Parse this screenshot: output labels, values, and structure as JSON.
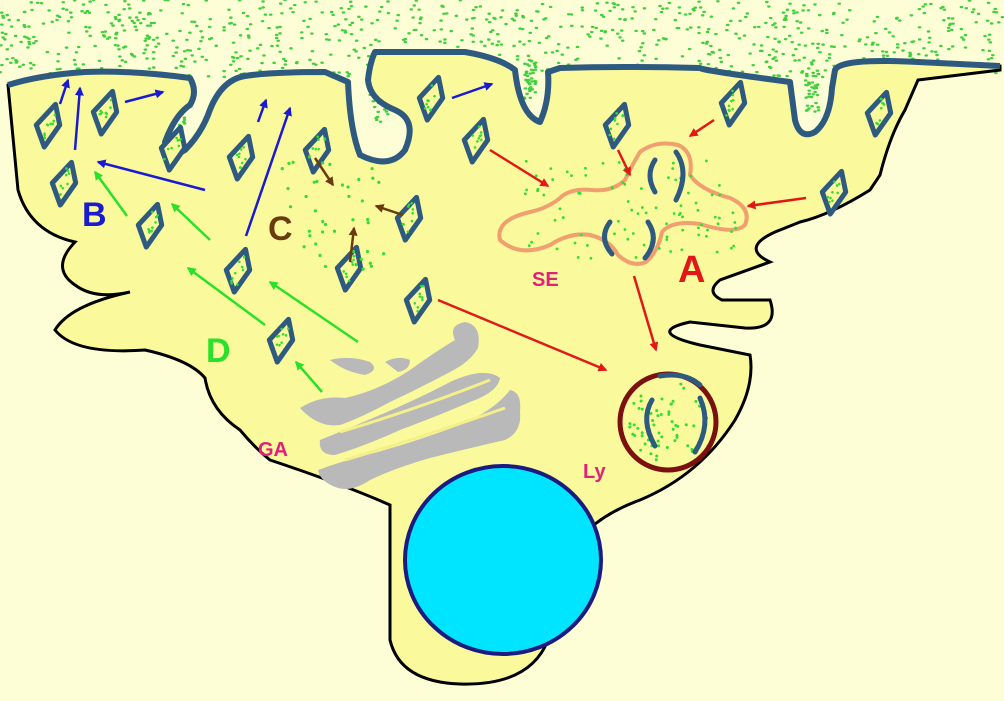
{
  "labels": {
    "a": "A",
    "b": "B",
    "c": "C",
    "d": "D",
    "se": "SE",
    "ga": "GA",
    "ly": "Ly"
  },
  "colors": {
    "background": "#fefed6",
    "cytoplasm": "#fafa9c",
    "membrane": "#2e5a80",
    "cell_outline": "#000000",
    "extracellular_dots": "#3fcf3f",
    "vesicle_content": "#33dd33",
    "pathway_a": "#e01818",
    "pathway_b": "#1a1ad0",
    "pathway_c": "#6b3a10",
    "pathway_d": "#2ae02a",
    "sorting_endosome": "#f0a070",
    "golgi": "#b9b9b9",
    "lysosome": "#7a1010",
    "nucleus": "#00e5ff",
    "label_pink": "#e0207a"
  }
}
